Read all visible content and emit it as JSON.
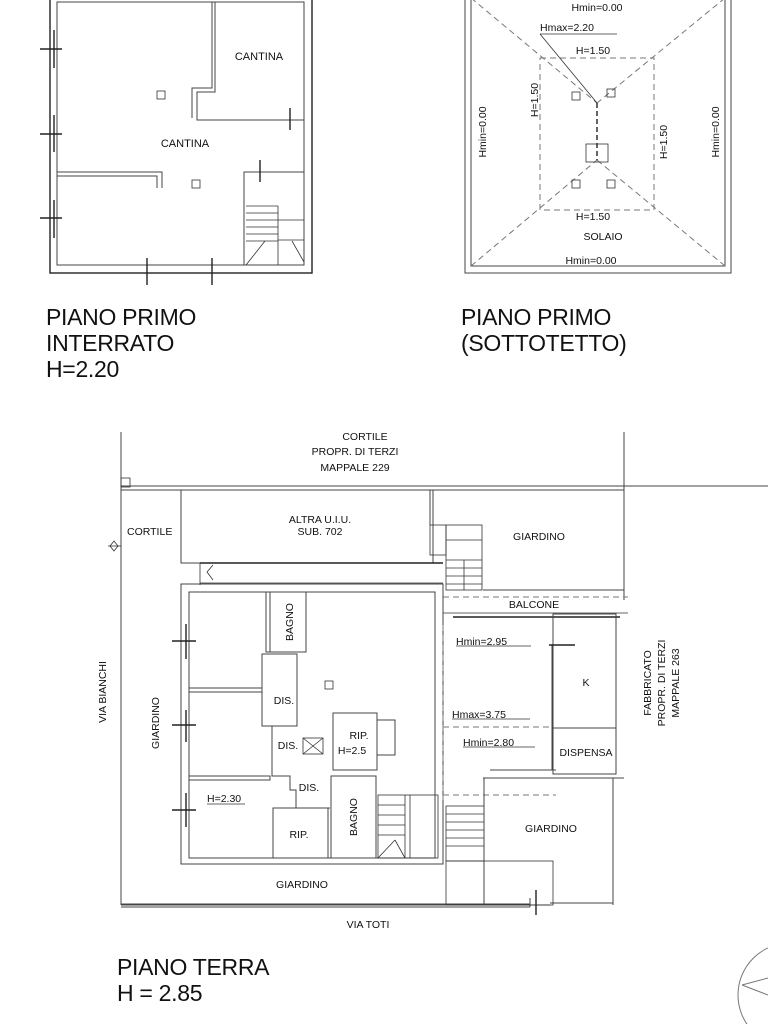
{
  "plans": {
    "basement": {
      "title_lines": [
        "PIANO PRIMO",
        "INTERRATO",
        "H=2.20"
      ],
      "rooms": [
        "CANTINA",
        "CANTINA"
      ]
    },
    "attic": {
      "title_lines": [
        "PIANO PRIMO",
        "(SOTTOTETTO)"
      ],
      "labels": {
        "hmin_top": "Hmin=0.00",
        "hmax": "Hmax=2.20",
        "h_top": "H=1.50",
        "h_left": "H=1.50",
        "h_right": "H=1.50",
        "h_bottom": "H=1.50",
        "hmin_left": "Hmin=0.00",
        "hmin_right": "Hmin=0.00",
        "hmin_bottom": "Hmin=0.00",
        "room": "SOLAIO"
      }
    },
    "ground": {
      "title_lines": [
        "PIANO TERRA",
        "H = 2.85"
      ],
      "surroundings": {
        "top_lines": [
          "CORTILE",
          "PROPR. DI TERZI",
          "MAPPALE 229"
        ],
        "cortile_left": "CORTILE",
        "other_unit_lines": [
          "ALTRA U.I.U.",
          "SUB. 702"
        ],
        "giardino_top": "GIARDINO",
        "balcone": "BALCONE",
        "via_left": "VIA BIANCHI",
        "giardino_left": "GIARDINO",
        "giardino_bottom": "GIARDINO",
        "giardino_right": "GIARDINO",
        "via_bottom": "VIA TOTI",
        "right_building_lines": [
          "FABBRICATO",
          "PROPR. DI TERZI",
          "MAPPALE 263"
        ]
      },
      "rooms": {
        "bagno_top": "BAGNO",
        "dis_1": "DIS.",
        "dis_2": "DIS.",
        "dis_3": "DIS.",
        "rip_top": "RIP.",
        "rip_top_h": "H=2.5",
        "rip_bottom": "RIP.",
        "bagno_bottom": "BAGNO",
        "kitchen": "K",
        "dispensa": "DISPENSA"
      },
      "heights": {
        "h_230": "H=2.30",
        "hmin_295": "Hmin=2.95",
        "hmax_375": "Hmax=3.75",
        "hmin_280": "Hmin=2.80"
      }
    }
  }
}
